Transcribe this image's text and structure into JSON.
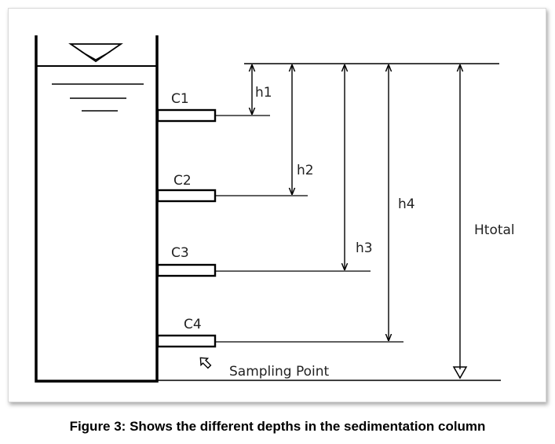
{
  "diagram": {
    "labels": {
      "c1": "C1",
      "c2": "C2",
      "c3": "C3",
      "c4": "C4",
      "h1": "h1",
      "h2": "h2",
      "h3": "h3",
      "h4": "h4",
      "htotal": "Htotal",
      "sampling_point": "Sampling Point"
    }
  },
  "caption": "Figure 3: Shows the different depths in the sedimentation column",
  "colors": {
    "line": "#000000",
    "text": "#222222"
  }
}
